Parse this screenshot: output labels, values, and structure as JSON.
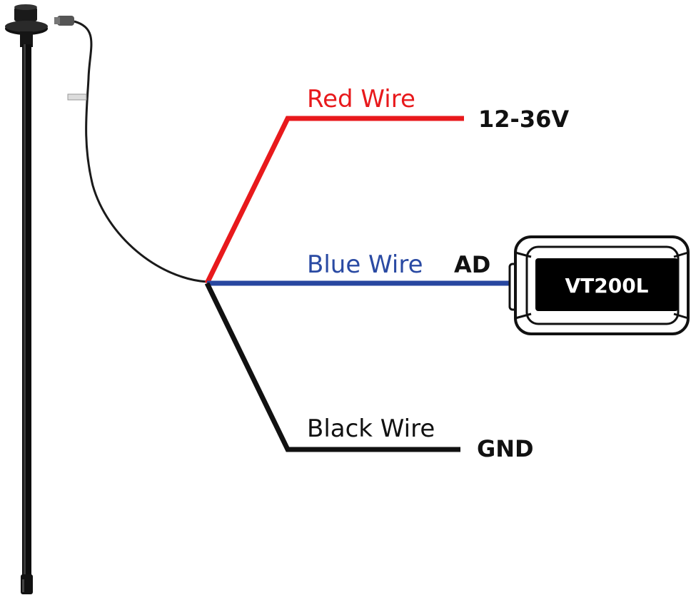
{
  "wires": {
    "red": {
      "label": "Red Wire",
      "terminal": "12-36V",
      "color": "#e8191c"
    },
    "blue": {
      "label": "Blue Wire",
      "terminal": "AD",
      "color": "#2847a0"
    },
    "black": {
      "label": "Black Wire",
      "terminal": "GND",
      "color": "#111111"
    }
  },
  "device": {
    "label": "VT200L"
  },
  "colors": {
    "wire_label_blue": "#2a4aa3",
    "text_dark": "#111111",
    "sensor_body": "#0d0d0d"
  },
  "icons": {
    "sensor": "fuel-level-sensor-rod",
    "device": "gps-tracker-device"
  }
}
